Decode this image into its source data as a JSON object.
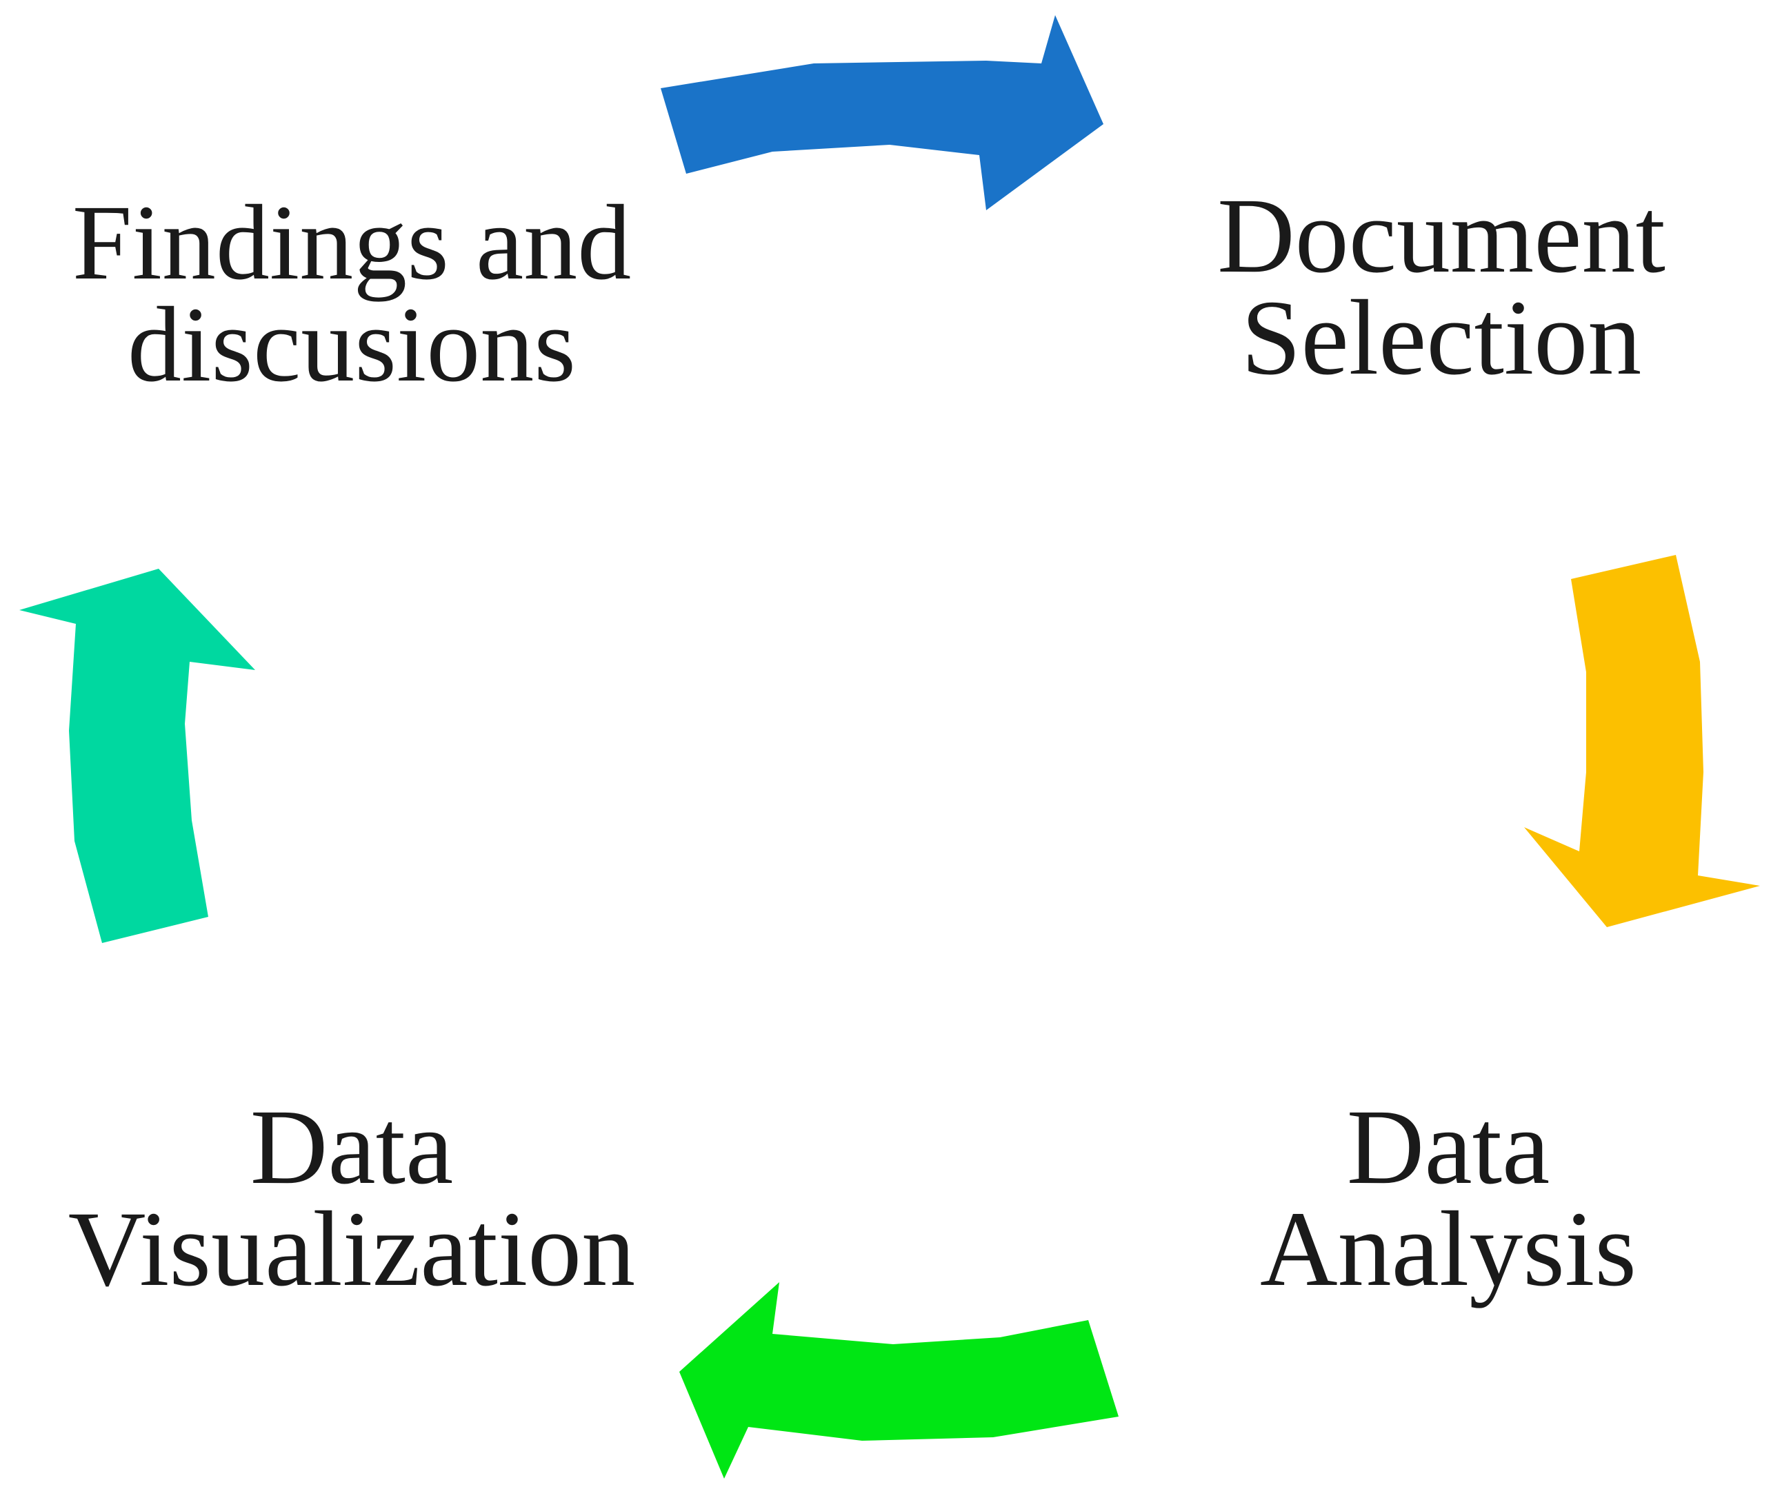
{
  "stages": [
    {
      "id": "findings",
      "lines": [
        "Findings and",
        "discusions"
      ]
    },
    {
      "id": "document",
      "lines": [
        "Document",
        "Selection"
      ]
    },
    {
      "id": "analysis",
      "lines": [
        "Data",
        "Analysis"
      ]
    },
    {
      "id": "visualization",
      "lines": [
        "Data",
        "Visualization"
      ]
    }
  ],
  "arrows": [
    {
      "from": "findings",
      "to": "document",
      "color": "#1a73c8",
      "direction": "right"
    },
    {
      "from": "document",
      "to": "analysis",
      "color": "#fcc000",
      "direction": "down"
    },
    {
      "from": "analysis",
      "to": "visualization",
      "color": "#00e614",
      "direction": "left"
    },
    {
      "from": "visualization",
      "to": "findings",
      "color": "#00d8a0",
      "direction": "up"
    }
  ]
}
